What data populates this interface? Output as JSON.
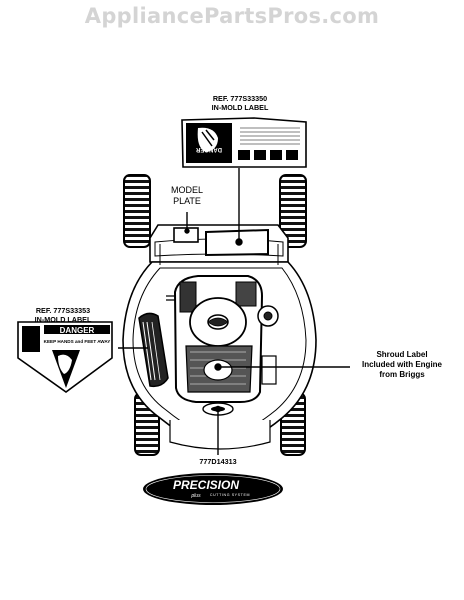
{
  "watermark": "AppliancePartsPros.com",
  "labels": {
    "top_label_ref": "REF. 777S33350",
    "top_label_type": "IN-MOLD LABEL",
    "left_label_ref": "REF. 777S33353",
    "left_label_type": "IN-MOLD LABEL",
    "model_plate_line1": "MODEL",
    "model_plate_line2": "PLATE",
    "shroud_line1": "Shroud Label",
    "shroud_line2": "Included with Engine",
    "shroud_line3": "from Briggs",
    "bottom_part": "777D14313"
  },
  "decals": {
    "danger": "DANGER",
    "keep_away": "KEEP HANDS and FEET AWAY",
    "logo_main": "PRECISION",
    "logo_sub": "plus",
    "logo_tag": "CUTTING SYSTEM"
  }
}
